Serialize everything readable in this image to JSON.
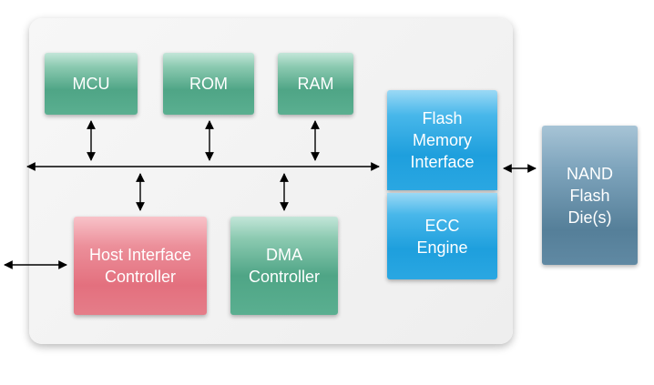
{
  "blocks": {
    "mcu": "MCU",
    "rom": "ROM",
    "ram": "RAM",
    "host_interface_controller": "Host Interface\nController",
    "dma_controller": "DMA\nController",
    "flash_memory_interface": "Flash\nMemory\nInterface",
    "ecc_engine": "ECC\nEngine",
    "nand_flash_die": "NAND\nFlash\nDie(s)"
  },
  "colors": {
    "processing_blocks": "#4fa586",
    "host_block": "#e3707e",
    "flash_blocks": "#1e9fdd",
    "nand_block": "#557f99",
    "connectors": "#000000"
  }
}
